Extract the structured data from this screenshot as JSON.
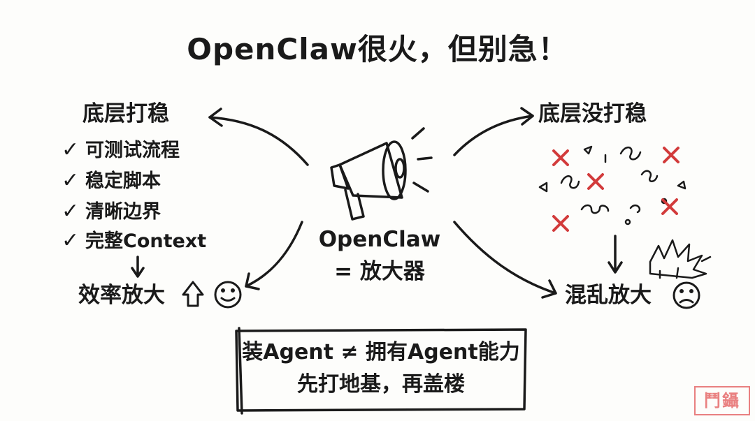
{
  "title": "OpenClaw很火，但别急！",
  "left": {
    "heading": "底层打稳",
    "checklist": [
      "可测试流程",
      "稳定脚本",
      "清晰边界",
      "完整Context"
    ],
    "check_mark": "✓",
    "result": "效率放大"
  },
  "center": {
    "line1": "OpenClaw",
    "line2": "= 放大器"
  },
  "right": {
    "heading": "底层没打稳",
    "result": "混乱放大"
  },
  "box": {
    "line1": "装Agent ≠ 拥有Agent能力",
    "line2": "先打地基，再盖楼"
  },
  "stamp": "鬥鑷",
  "colors": {
    "ink": "#1a1a1a",
    "cross": "#d23b3b",
    "stamp": "#e66b6b"
  }
}
